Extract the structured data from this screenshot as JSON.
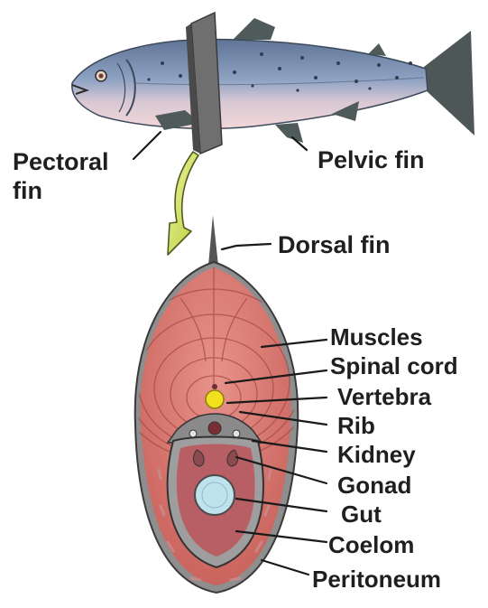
{
  "labels": {
    "pectoral_line1": "Pectoral",
    "pectoral_line2": "fin",
    "pelvic": "Pelvic fin",
    "dorsal": "Dorsal fin",
    "muscles": "Muscles",
    "spinal_cord": "Spinal cord",
    "vertebra": "Vertebra",
    "rib": "Rib",
    "kidney": "Kidney",
    "gonad": "Gonad",
    "gut": "Gut",
    "coelom": "Coelom",
    "peritoneum": "Peritoneum"
  },
  "colors": {
    "fish_back": "#7f93b6",
    "fish_belly": "#f0cfd2",
    "fin": "#4f5a5a",
    "muscle": "#d9776d",
    "muscle_dark": "#b9544d",
    "skin_rim": "#8e8e8e",
    "coelom": "#b85f66",
    "vertebra": "#f3e01d",
    "gut": "#bfe3ec",
    "arrow": "#c8d84a",
    "knife": "#777777"
  },
  "icons": {
    "arrow": "curved-arrow-icon",
    "knife": "section-plane"
  }
}
